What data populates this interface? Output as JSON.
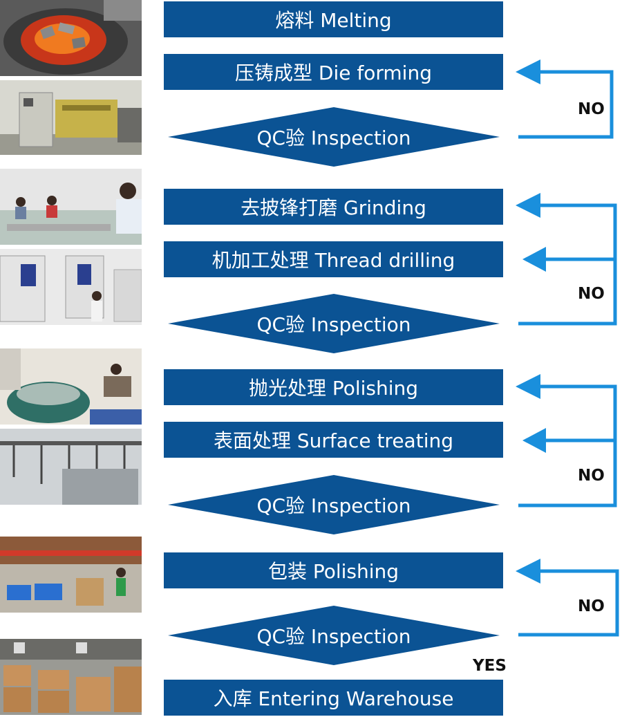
{
  "steps": {
    "melting": "熔料  Melting",
    "die_forming": "压铸成型  Die forming",
    "grinding": "去披锋打磨  Grinding",
    "thread_drilling": "机加工处理  Thread drilling",
    "polishing": "抛光处理  Polishing",
    "surface_treating": "表面处理  Surface treating",
    "packing": "包装  Polishing",
    "warehouse": "入库 Entering Warehouse"
  },
  "inspections": [
    "QC验  Inspection",
    "QC验  Inspection",
    "QC验  Inspection",
    "QC验  Inspection"
  ],
  "loop_labels": [
    "NO",
    "NO",
    "NO",
    "NO"
  ],
  "yes_label": "YES",
  "colors": {
    "box": "#0b5394",
    "arrow": "#1a8fdc",
    "text": "#ffffff"
  }
}
